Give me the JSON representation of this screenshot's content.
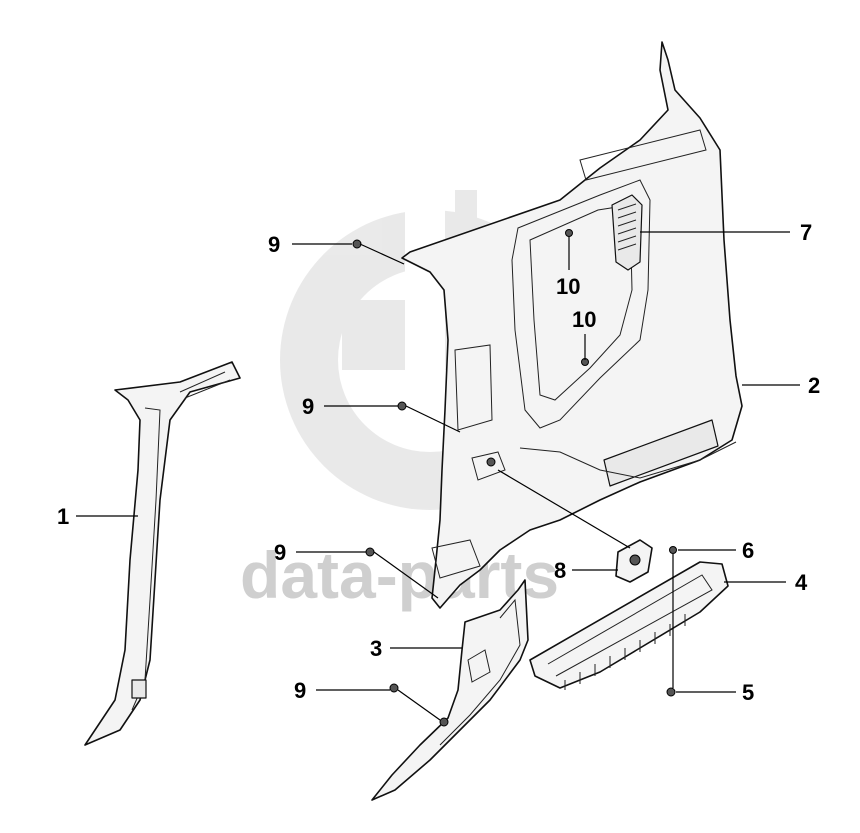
{
  "watermark": {
    "text": "data-parts",
    "logo": "dp-logo-mark"
  },
  "callouts": [
    {
      "id": "c1",
      "label": "1"
    },
    {
      "id": "c2",
      "label": "2"
    },
    {
      "id": "c3",
      "label": "3"
    },
    {
      "id": "c4",
      "label": "4"
    },
    {
      "id": "c5",
      "label": "5"
    },
    {
      "id": "c6",
      "label": "6"
    },
    {
      "id": "c7",
      "label": "7"
    },
    {
      "id": "c8",
      "label": "8"
    },
    {
      "id": "c9a",
      "label": "9"
    },
    {
      "id": "c9b",
      "label": "9"
    },
    {
      "id": "c9c",
      "label": "9"
    },
    {
      "id": "c9d",
      "label": "9"
    },
    {
      "id": "c10a",
      "label": "10"
    },
    {
      "id": "c10b",
      "label": "10"
    }
  ]
}
